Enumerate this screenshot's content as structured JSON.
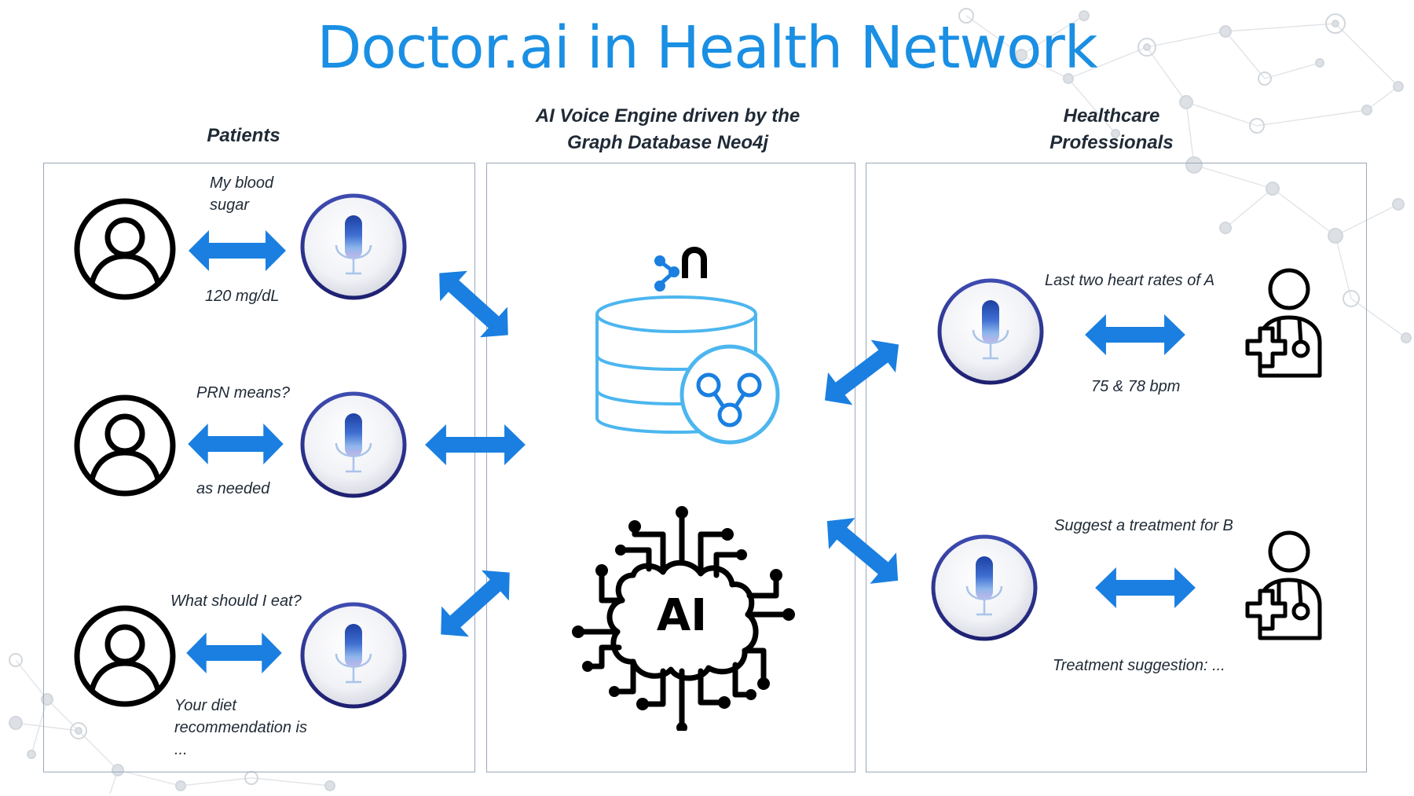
{
  "title": "Doctor.ai in Health Network",
  "columns": {
    "patients": "Patients",
    "engine_line1": "AI Voice Engine driven by the",
    "engine_line2": "Graph Database Neo4j",
    "pros_line1": "Healthcare",
    "pros_line2": "Professionals"
  },
  "patients": [
    {
      "ask_lines": [
        "My blood",
        "sugar"
      ],
      "answer_lines": [
        "120 mg/dL"
      ]
    },
    {
      "ask_lines": [
        "PRN means?"
      ],
      "answer_lines": [
        "as needed"
      ]
    },
    {
      "ask_lines": [
        "What should I eat?"
      ],
      "answer_lines": [
        "Your diet",
        "recommendation is",
        "..."
      ]
    }
  ],
  "professionals": [
    {
      "ask": "Last two heart rates of A",
      "answer": "75 & 78 bpm"
    },
    {
      "ask": "Suggest a treatment for B",
      "answer": "Treatment suggestion: ..."
    }
  ],
  "engine": {
    "ai_label": "AI"
  },
  "icons": {
    "person": "user-circle-icon",
    "voice": "voice-assistant-mic-icon",
    "database": "graph-database-icon",
    "neo4j": "neo4j-logo-icon",
    "ai": "ai-brain-circuit-icon",
    "doctor": "doctor-stethoscope-icon",
    "arrow": "double-headed-arrow-icon"
  },
  "colors": {
    "title": "#1a8fe3",
    "arrow": "#1a7fe0",
    "db_outline": "#4cb6ef",
    "panel_border": "#9aa8b8",
    "network_bg": "#d9dde2"
  }
}
